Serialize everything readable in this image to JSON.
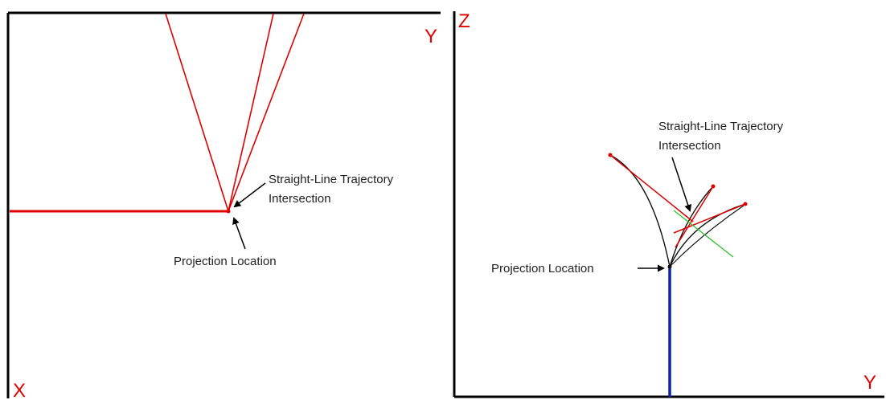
{
  "left_panel": {
    "axis_top_right": "Y",
    "axis_bottom_left": "X",
    "intersection_label_line1": "Straight-Line Trajectory",
    "intersection_label_line2": "Intersection",
    "projection_label": "Projection Location"
  },
  "right_panel": {
    "axis_top_left": "Z",
    "axis_bottom_right": "Y",
    "intersection_label_line1": "Straight-Line Trajectory",
    "intersection_label_line2": "Intersection",
    "projection_label": "Projection Location"
  },
  "colors": {
    "frame": "#000000",
    "trajectory_red": "#e00000",
    "projection_blue": "#1020b0",
    "tangent_green": "#30c030",
    "curve_black": "#111111",
    "label_text": "#222222"
  }
}
